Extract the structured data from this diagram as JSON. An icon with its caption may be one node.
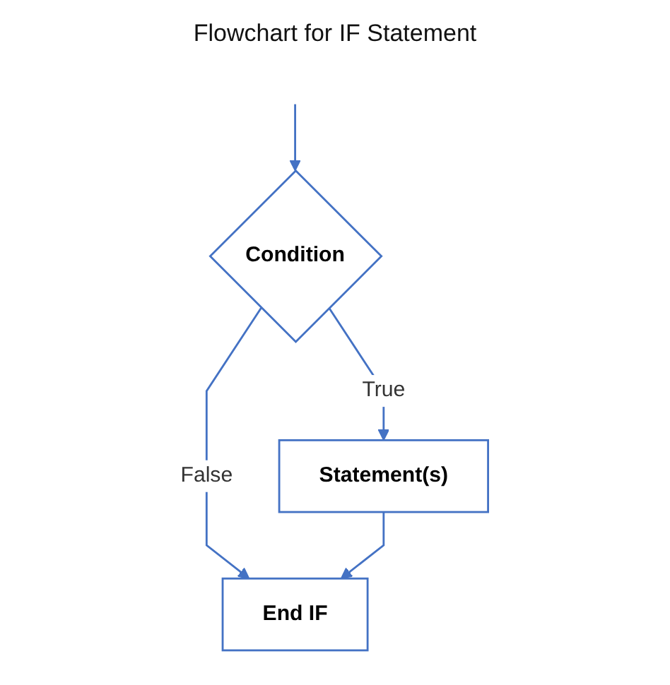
{
  "diagram": {
    "title": "Flowchart for IF Statement",
    "nodes": [
      {
        "text": [
          "Condition"
        ]
      },
      {
        "text": [
          "Statement(s)"
        ]
      },
      {
        "text": [
          "End IF"
        ]
      }
    ],
    "edges": [
      {
        "from": null,
        "to": 0,
        "arrow": "to"
      },
      {
        "from": 0,
        "to": 1,
        "label": "True",
        "arrow": "to"
      },
      {
        "from": 0,
        "to": 2,
        "label": "False",
        "arrow": "to"
      },
      {
        "from": 1,
        "to": 2,
        "arrow": "to"
      }
    ]
  }
}
